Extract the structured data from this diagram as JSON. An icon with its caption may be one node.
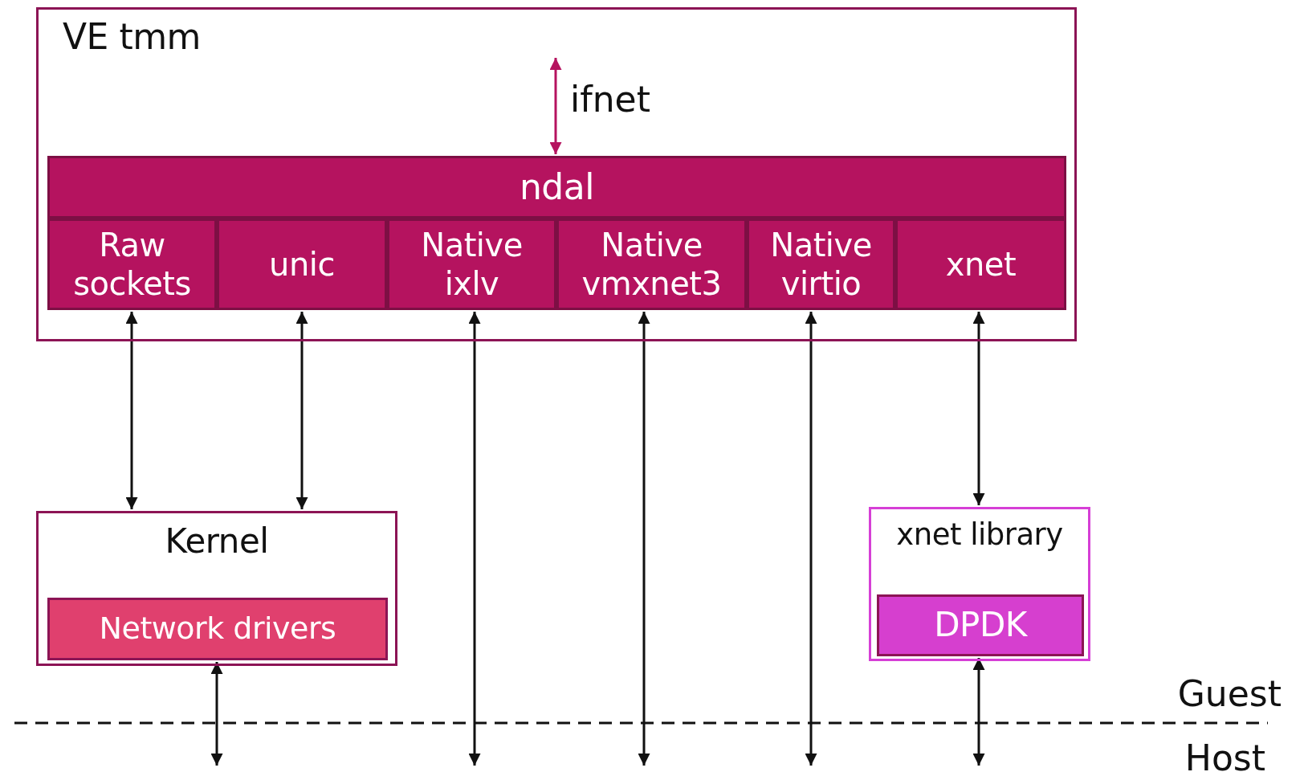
{
  "diagram": {
    "nodes": [
      {
        "text": [
          "VE tmm"
        ]
      },
      {
        "text": [
          "ndal"
        ],
        "in": 0
      },
      {
        "text": [
          "Raw sockets"
        ],
        "in": 0
      },
      {
        "text": [
          "unic"
        ],
        "in": 0
      },
      {
        "text": [
          "Native ixlv"
        ],
        "in": 0
      },
      {
        "text": [
          "Native vmxnet3"
        ],
        "in": 0
      },
      {
        "text": [
          "Native virtio"
        ],
        "in": 0
      },
      {
        "text": [
          "xnet"
        ],
        "in": 0
      },
      {
        "text": [
          "Kernel"
        ]
      },
      {
        "text": [
          "Network drivers"
        ],
        "in": 8
      },
      {
        "text": [
          "xnet library"
        ]
      },
      {
        "text": [
          "DPDK"
        ],
        "in": 10
      }
    ],
    "edges": [
      {
        "from": null,
        "to": 1,
        "arrow": "both",
        "label": "ifnet",
        "color": "#b5135f"
      },
      {
        "from": 2,
        "to": 8,
        "arrow": "both"
      },
      {
        "from": 3,
        "to": 8,
        "arrow": "both"
      },
      {
        "from": 4,
        "to": null,
        "arrow": "both"
      },
      {
        "from": 5,
        "to": null,
        "arrow": "both"
      },
      {
        "from": 6,
        "to": null,
        "arrow": "both"
      },
      {
        "from": 7,
        "to": 10,
        "arrow": "both"
      },
      {
        "from": 9,
        "to": null,
        "arrow": "both"
      },
      {
        "from": 11,
        "to": null,
        "arrow": "both"
      }
    ],
    "labels": [
      "Guest",
      "Host"
    ]
  }
}
